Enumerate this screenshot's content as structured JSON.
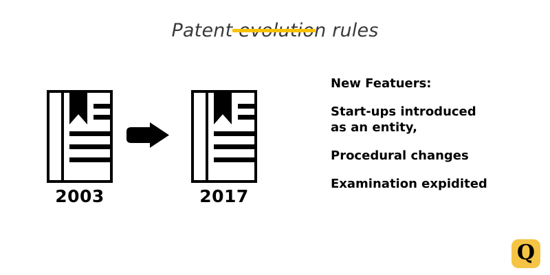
{
  "slide": {
    "background_color": "#ffffff",
    "title": "Patent evolution rules",
    "title_color": "#3a3a3a",
    "accent_color": "#f9c200"
  },
  "timeline": {
    "items": [
      {
        "icon": "book-icon",
        "year": "2003"
      },
      {
        "icon": "book-icon",
        "year": "2017"
      }
    ],
    "transition_icon": "arrow-right-icon"
  },
  "features": {
    "heading": "New Featuers:",
    "items": [
      "Start-ups introduced\nas an entity,",
      "Procedural changes",
      "Examination expidited"
    ]
  },
  "branding": {
    "badge_letter": "Q",
    "badge_color": "#f6c445",
    "badge_letter_color": "#000000"
  }
}
